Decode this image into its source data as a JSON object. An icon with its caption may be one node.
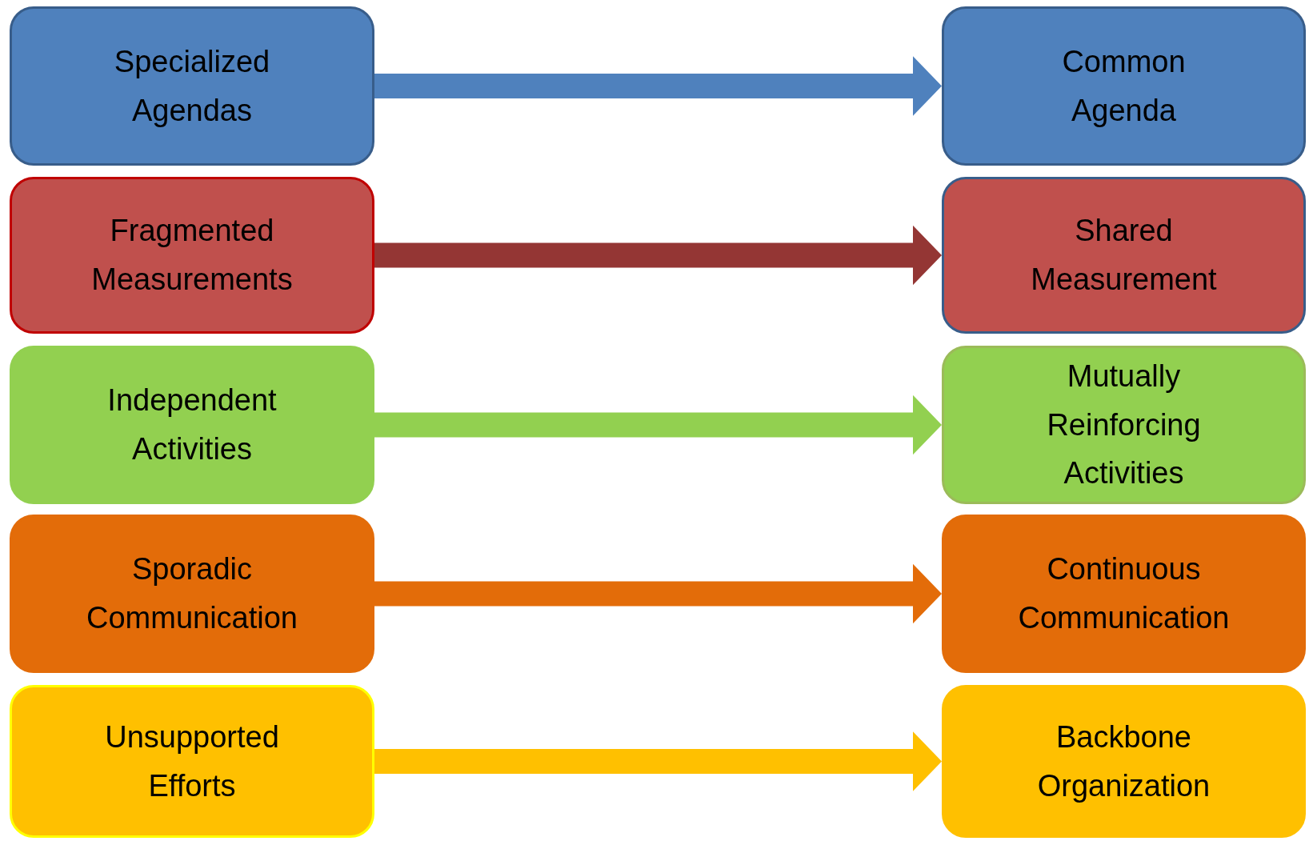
{
  "diagram": {
    "nodes": [
      {
        "text": [
          "Specialized Agendas"
        ]
      },
      {
        "text": [
          "Common Agenda"
        ]
      },
      {
        "text": [
          "Fragmented Measurements"
        ]
      },
      {
        "text": [
          "Shared Measurement"
        ]
      },
      {
        "text": [
          "Independent Activities"
        ]
      },
      {
        "text": [
          "Mutually Reinforcing Activities"
        ]
      },
      {
        "text": [
          "Sporadic Communication"
        ]
      },
      {
        "text": [
          "Continuous Communication"
        ]
      },
      {
        "text": [
          "Unsupported Efforts"
        ]
      },
      {
        "text": [
          "Backbone Organization"
        ]
      }
    ],
    "edges": [
      {
        "from": 0,
        "to": 1,
        "arrow": "to",
        "color": "#4f81bd"
      },
      {
        "from": 2,
        "to": 3,
        "arrow": "to",
        "color": "#943634"
      },
      {
        "from": 4,
        "to": 5,
        "arrow": "to",
        "color": "#92d050"
      },
      {
        "from": 6,
        "to": 7,
        "arrow": "to",
        "color": "#e36c09"
      },
      {
        "from": 8,
        "to": 9,
        "arrow": "to",
        "color": "#ffc000"
      }
    ]
  }
}
